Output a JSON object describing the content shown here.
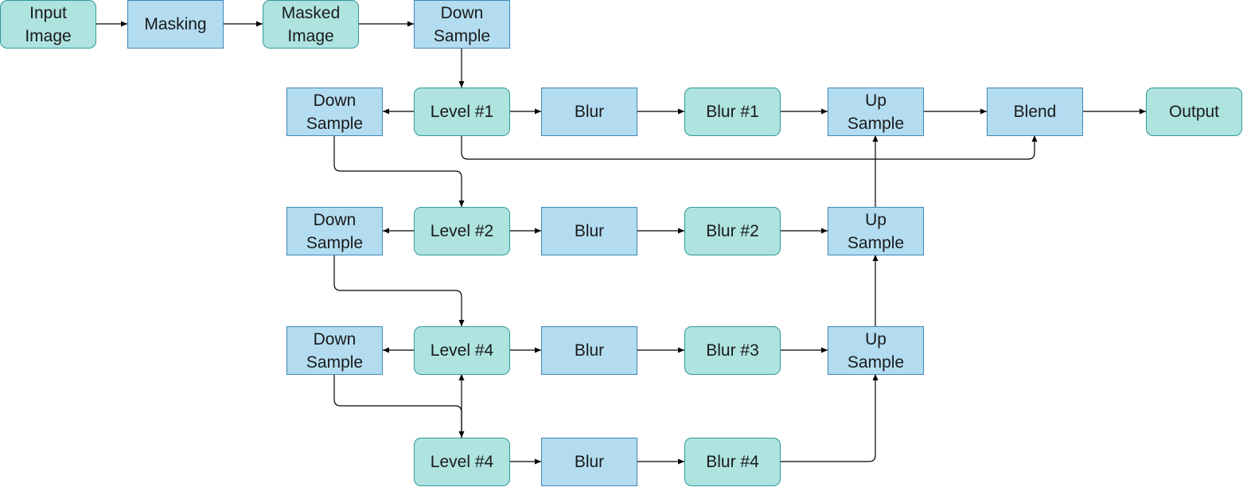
{
  "diagram": {
    "nodes": {
      "input_image": {
        "label": "Input\nImage"
      },
      "masking": {
        "label": "Masking"
      },
      "masked_image": {
        "label": "Masked\nImage"
      },
      "down_sample_0": {
        "label": "Down\nSample"
      },
      "level_1": {
        "label": "Level #1"
      },
      "blur_op_1": {
        "label": "Blur"
      },
      "blur_1": {
        "label": "Blur #1"
      },
      "up_sample_1": {
        "label": "Up\nSample"
      },
      "blend": {
        "label": "Blend"
      },
      "output": {
        "label": "Output"
      },
      "down_sample_1": {
        "label": "Down\nSample"
      },
      "level_2": {
        "label": "Level #2"
      },
      "blur_op_2": {
        "label": "Blur"
      },
      "blur_2": {
        "label": "Blur #2"
      },
      "up_sample_2": {
        "label": "Up\nSample"
      },
      "down_sample_2": {
        "label": "Down\nSample"
      },
      "level_3": {
        "label": "Level #4"
      },
      "blur_op_3": {
        "label": "Blur"
      },
      "blur_3": {
        "label": "Blur #3"
      },
      "up_sample_3": {
        "label": "Up\nSample"
      },
      "down_sample_3": {
        "label": "Down\nSample"
      },
      "level_4": {
        "label": "Level #4"
      },
      "blur_op_4": {
        "label": "Blur"
      },
      "blur_4": {
        "label": "Blur #4"
      }
    },
    "colors": {
      "data_fill": "#aee3e0",
      "data_stroke": "#2f9a9a",
      "op_fill": "#b3dcf0",
      "op_stroke": "#3d87b8",
      "edge": "#000000"
    }
  }
}
